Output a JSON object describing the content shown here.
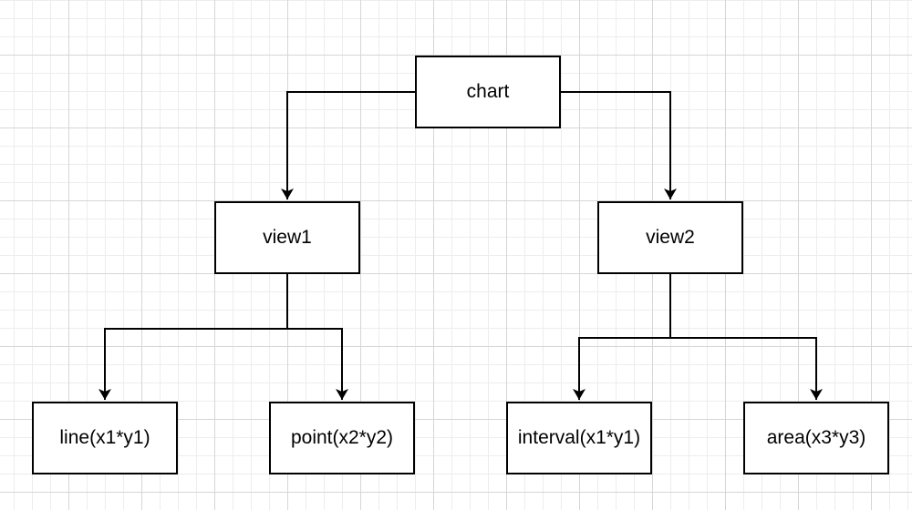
{
  "nodes": {
    "chart": "chart",
    "view1": "view1",
    "view2": "view2",
    "line": "line(x1*y1)",
    "point": "point(x2*y2)",
    "interval": "interval(x1*y1)",
    "area": "area(x3*y3)"
  },
  "edges": [
    {
      "from": "chart",
      "to": "view1"
    },
    {
      "from": "chart",
      "to": "view2"
    },
    {
      "from": "view1",
      "to": "line"
    },
    {
      "from": "view1",
      "to": "point"
    },
    {
      "from": "view2",
      "to": "interval"
    },
    {
      "from": "view2",
      "to": "area"
    }
  ],
  "colors": {
    "stroke": "#000000",
    "background": "#ffffff",
    "grid": "#d6d6d6"
  }
}
